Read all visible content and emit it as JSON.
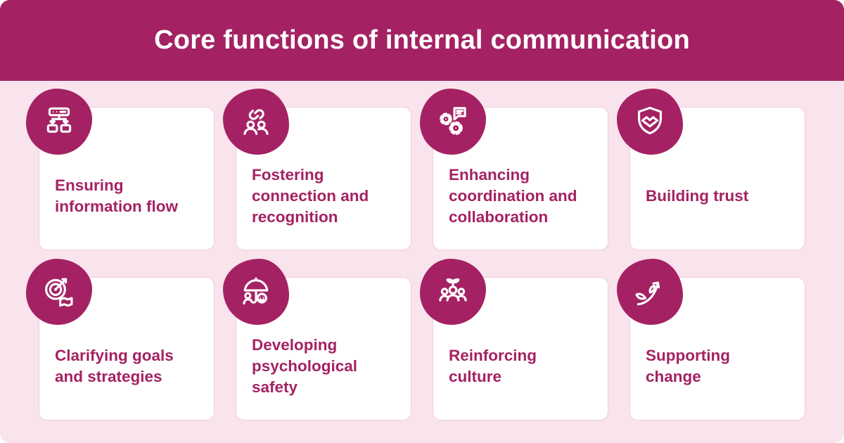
{
  "header": {
    "title": "Core functions of internal communication"
  },
  "colors": {
    "primary": "#A42263",
    "header_text": "#FFFFFF",
    "background": "#F9E3ED",
    "card_background": "#FFFFFF",
    "card_border": "#F3CEDE"
  },
  "cards": [
    {
      "label": "Ensuring information flow",
      "icon": "server-flow-icon"
    },
    {
      "label": "Fostering connection and recognition",
      "icon": "link-people-icon"
    },
    {
      "label": "Enhancing coordination and collaboration",
      "icon": "gears-chat-icon"
    },
    {
      "label": "Building trust",
      "icon": "shield-handshake-icon"
    },
    {
      "label": "Clarifying goals and strategies",
      "icon": "target-arrow-icon"
    },
    {
      "label": "Developing psychological safety",
      "icon": "umbrella-smiley-icon"
    },
    {
      "label": "Reinforcing culture",
      "icon": "people-plant-icon"
    },
    {
      "label": "Supporting change",
      "icon": "growth-arrow-leaf-icon"
    }
  ]
}
